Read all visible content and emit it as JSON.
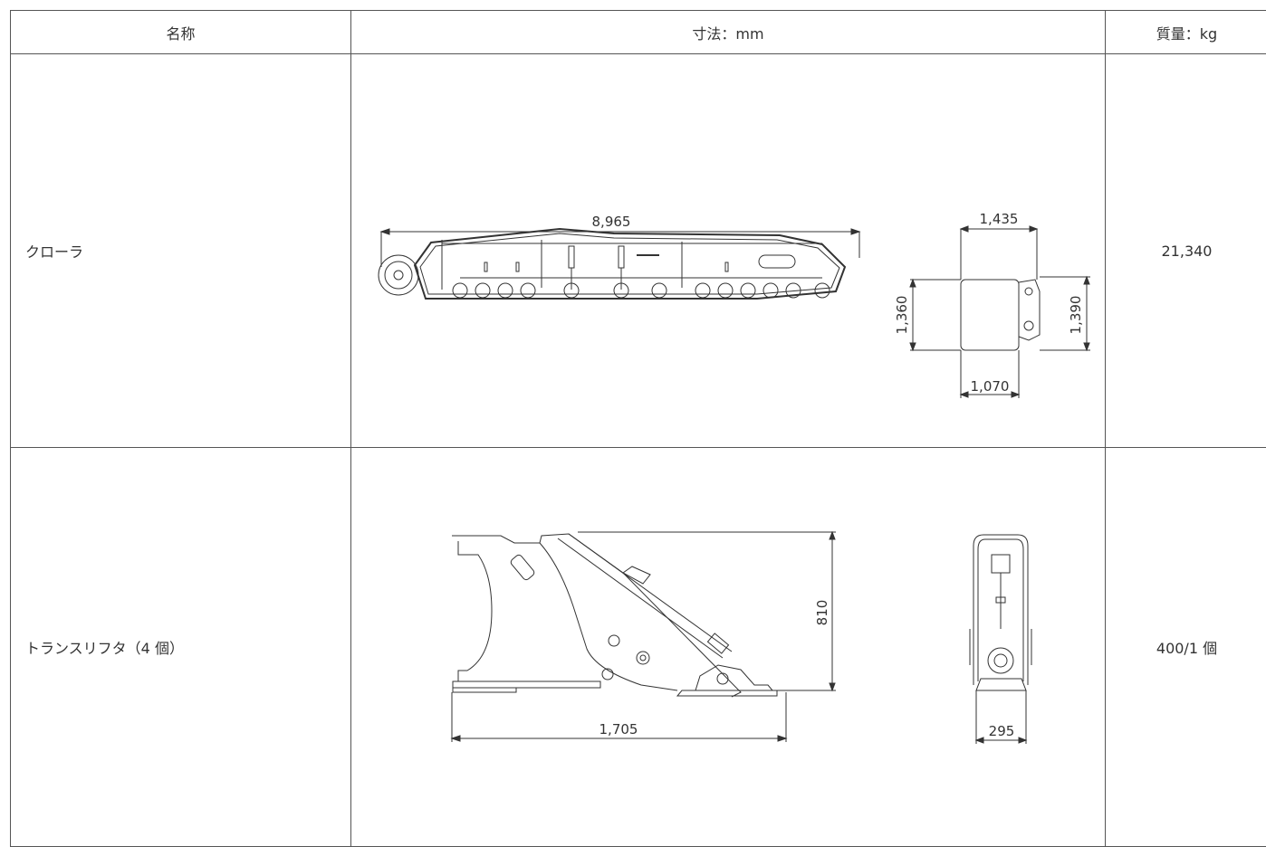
{
  "table": {
    "headers": {
      "name": "名称",
      "dimensions": "寸法：mm",
      "mass": "質量：kg"
    },
    "rows": [
      {
        "name": "クローラ",
        "dimensions": {
          "length": "8,965",
          "width_top": "1,435",
          "height_left": "1,360",
          "height_right": "1,390",
          "width_bottom": "1,070"
        },
        "mass": "21,340"
      },
      {
        "name": "トランスリフタ（4 個）",
        "dimensions": {
          "height": "810",
          "length": "1,705",
          "width": "295"
        },
        "mass": "400/1 個"
      }
    ]
  }
}
